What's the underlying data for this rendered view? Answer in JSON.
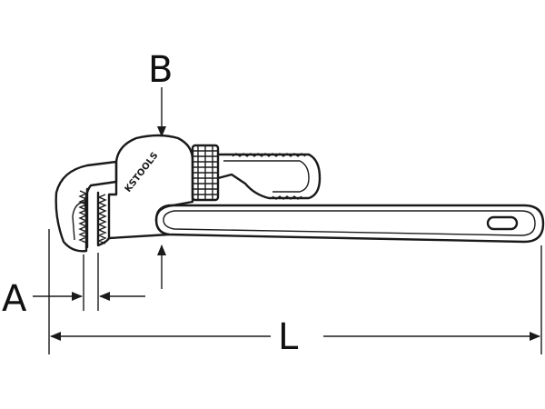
{
  "labels": {
    "a": "A",
    "b": "B",
    "l": "L"
  },
  "brand": {
    "logo_text": "KSTOOLS"
  }
}
